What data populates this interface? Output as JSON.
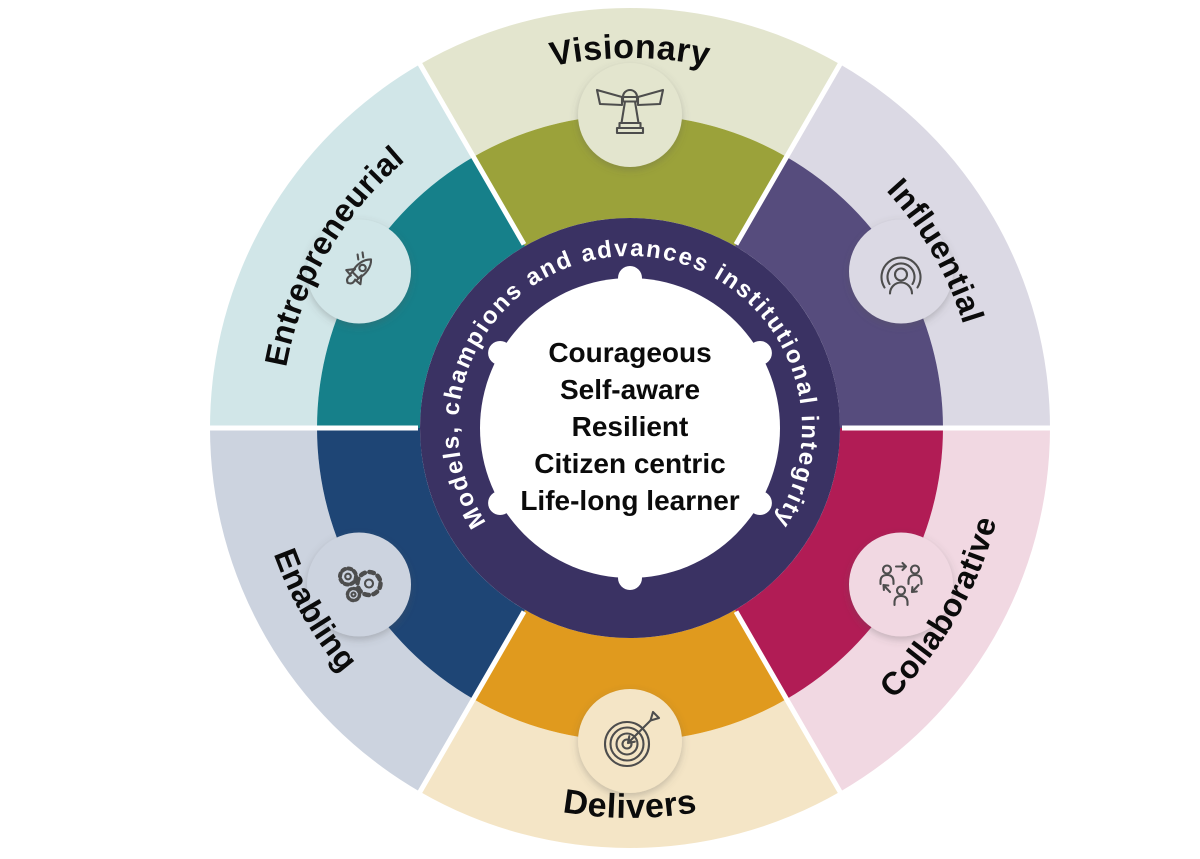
{
  "diagram": {
    "name": "leadership-capability-wheel",
    "background": "#ffffff",
    "ring_color": "#3A3263",
    "icon_stroke": "#4d4d4d",
    "ring_text": "Models, champions and advances institutional integrity",
    "center_traits": [
      "Courageous",
      "Self-aware",
      "Resilient",
      "Citizen centric",
      "Life-long learner"
    ],
    "segments": [
      {
        "label": "Visionary",
        "icon": "chess-piece-wings",
        "inner_color": "#9BA23A",
        "outer_color": "#E3E5CE"
      },
      {
        "label": "Influential",
        "icon": "broadcast-person",
        "inner_color": "#564C7D",
        "outer_color": "#DBD9E4"
      },
      {
        "label": "Collaborative",
        "icon": "people-arrows",
        "inner_color": "#B11C55",
        "outer_color": "#F1D8E2"
      },
      {
        "label": "Delivers",
        "icon": "dartboard-arrow",
        "inner_color": "#E09A1E",
        "outer_color": "#F4E5C6"
      },
      {
        "label": "Enabling",
        "icon": "gears",
        "inner_color": "#1E4575",
        "outer_color": "#CCD3DF"
      },
      {
        "label": "Entrepreneurial",
        "icon": "rocket",
        "inner_color": "#16808A",
        "outer_color": "#D1E6E8"
      }
    ]
  }
}
